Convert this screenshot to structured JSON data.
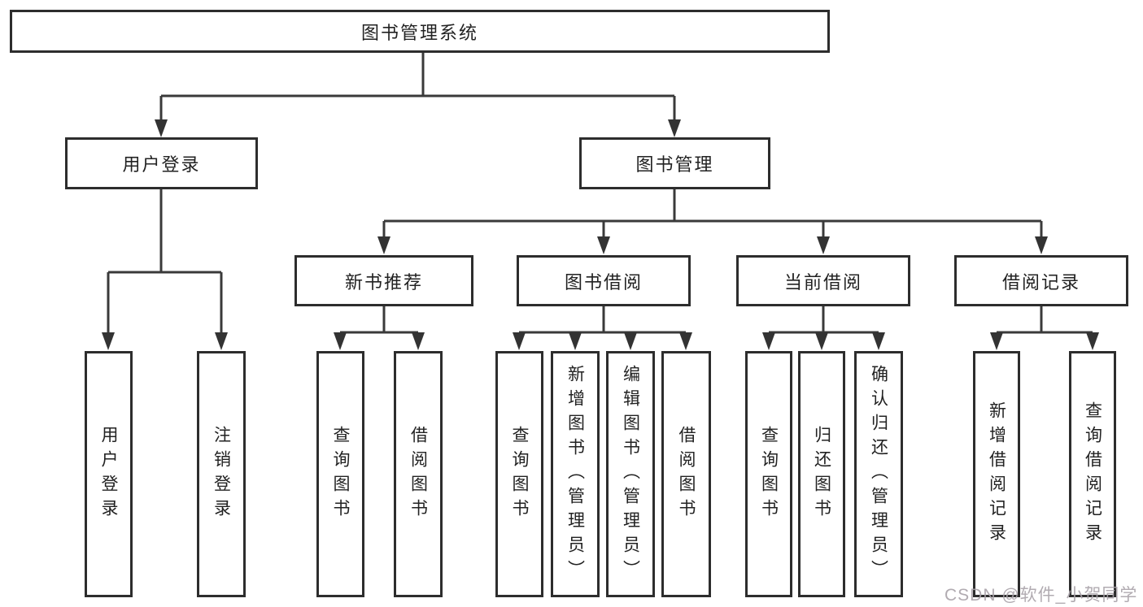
{
  "tree": {
    "root": {
      "label": "图书管理系统"
    },
    "branches": [
      {
        "label": "用户登录",
        "children": [
          {
            "label": "用户登录"
          },
          {
            "label": "注销登录"
          }
        ]
      },
      {
        "label": "图书管理",
        "children": [
          {
            "label": "新书推荐",
            "children": [
              {
                "label": "查询图书"
              },
              {
                "label": "借阅图书"
              }
            ]
          },
          {
            "label": "图书借阅",
            "children": [
              {
                "label": "查询图书"
              },
              {
                "label": "新增图书（管理员）"
              },
              {
                "label": "编辑图书（管理员）"
              },
              {
                "label": "借阅图书"
              }
            ]
          },
          {
            "label": "当前借阅",
            "children": [
              {
                "label": "查询图书"
              },
              {
                "label": "归还图书"
              },
              {
                "label": "确认归还（管理员）"
              }
            ]
          },
          {
            "label": "借阅记录",
            "children": [
              {
                "label": "新增借阅记录"
              },
              {
                "label": "查询借阅记录"
              }
            ]
          }
        ]
      }
    ]
  },
  "watermark": {
    "text": "CSDN @软件_小贺同学"
  },
  "colors": {
    "line": "#3a3a3a",
    "box_border": "#2d2d2d",
    "text": "#222222",
    "watermark": "#a8a2a8",
    "background": "#ffffff"
  }
}
